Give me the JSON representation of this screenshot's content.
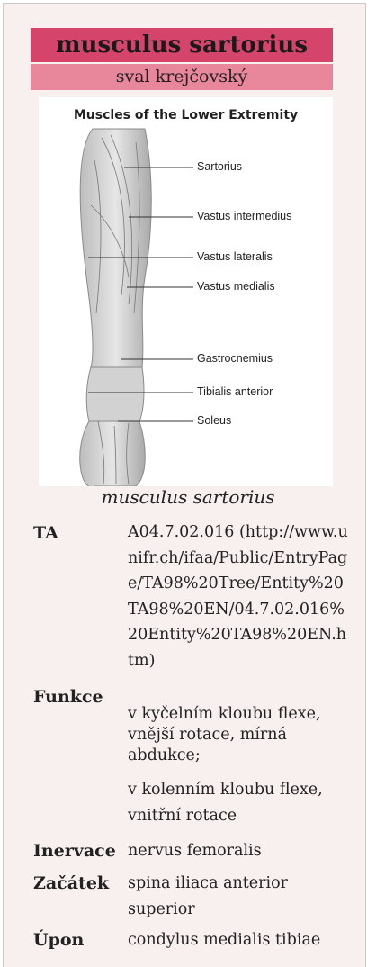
{
  "infobox": {
    "title": "musculus sartorius",
    "subtitle": "sval krejčovský",
    "image_title": "Muscles of the Lower Extremity",
    "image_labels": [
      "Sartorius",
      "Vastus intermedius",
      "Vastus lateralis",
      "Vastus medialis",
      "Gastrocnemius",
      "Tibialis anterior",
      "Soleus"
    ],
    "caption": "musculus sartorius",
    "rows": [
      {
        "label": "TA",
        "value": "A04.7.02.016 (http://www.unifr.ch/ifaa/Public/EntryPage/TA98%20Tree/Entity%20TA98%20EN/04.7.02.016%20Entity%20TA98%20EN.htm)"
      },
      {
        "label": "Funkce",
        "value_1": "v kyčelním kloubu flexe, vnější rotace, mírná abdukce;",
        "value_2": "v kolenním kloubu flexe, vnitřní rotace"
      },
      {
        "label": "Inervace",
        "value": "nervus femoralis"
      },
      {
        "label": "Začátek",
        "value": "spina iliaca anterior superior"
      },
      {
        "label": "Úpon",
        "value": "condylus medialis tibiae"
      }
    ]
  },
  "colors": {
    "title_bg": "#d5446a",
    "subtitle_bg": "#e8869c",
    "box_bg": "#f8efef"
  }
}
